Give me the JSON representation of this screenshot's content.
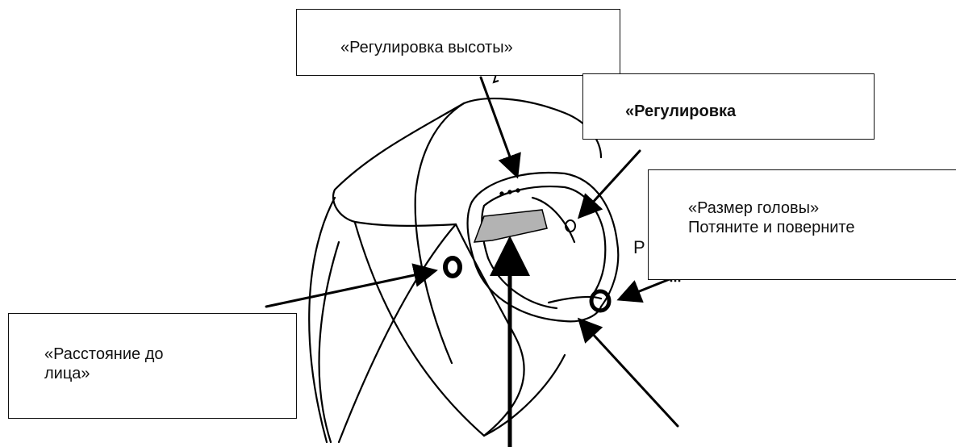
{
  "callouts": {
    "height_adjust": "«Регулировка высоты»",
    "adjust": "«Регулировка",
    "head_size": "«Размер головы»\nПотяните и поверните",
    "face_distance": "«Расстояние до\nлица»"
  },
  "fragments": {
    "p_letter": "Р"
  },
  "colors": {
    "line": "#000000",
    "pad_fill": "#b3b3b3",
    "background": "#ffffff"
  }
}
